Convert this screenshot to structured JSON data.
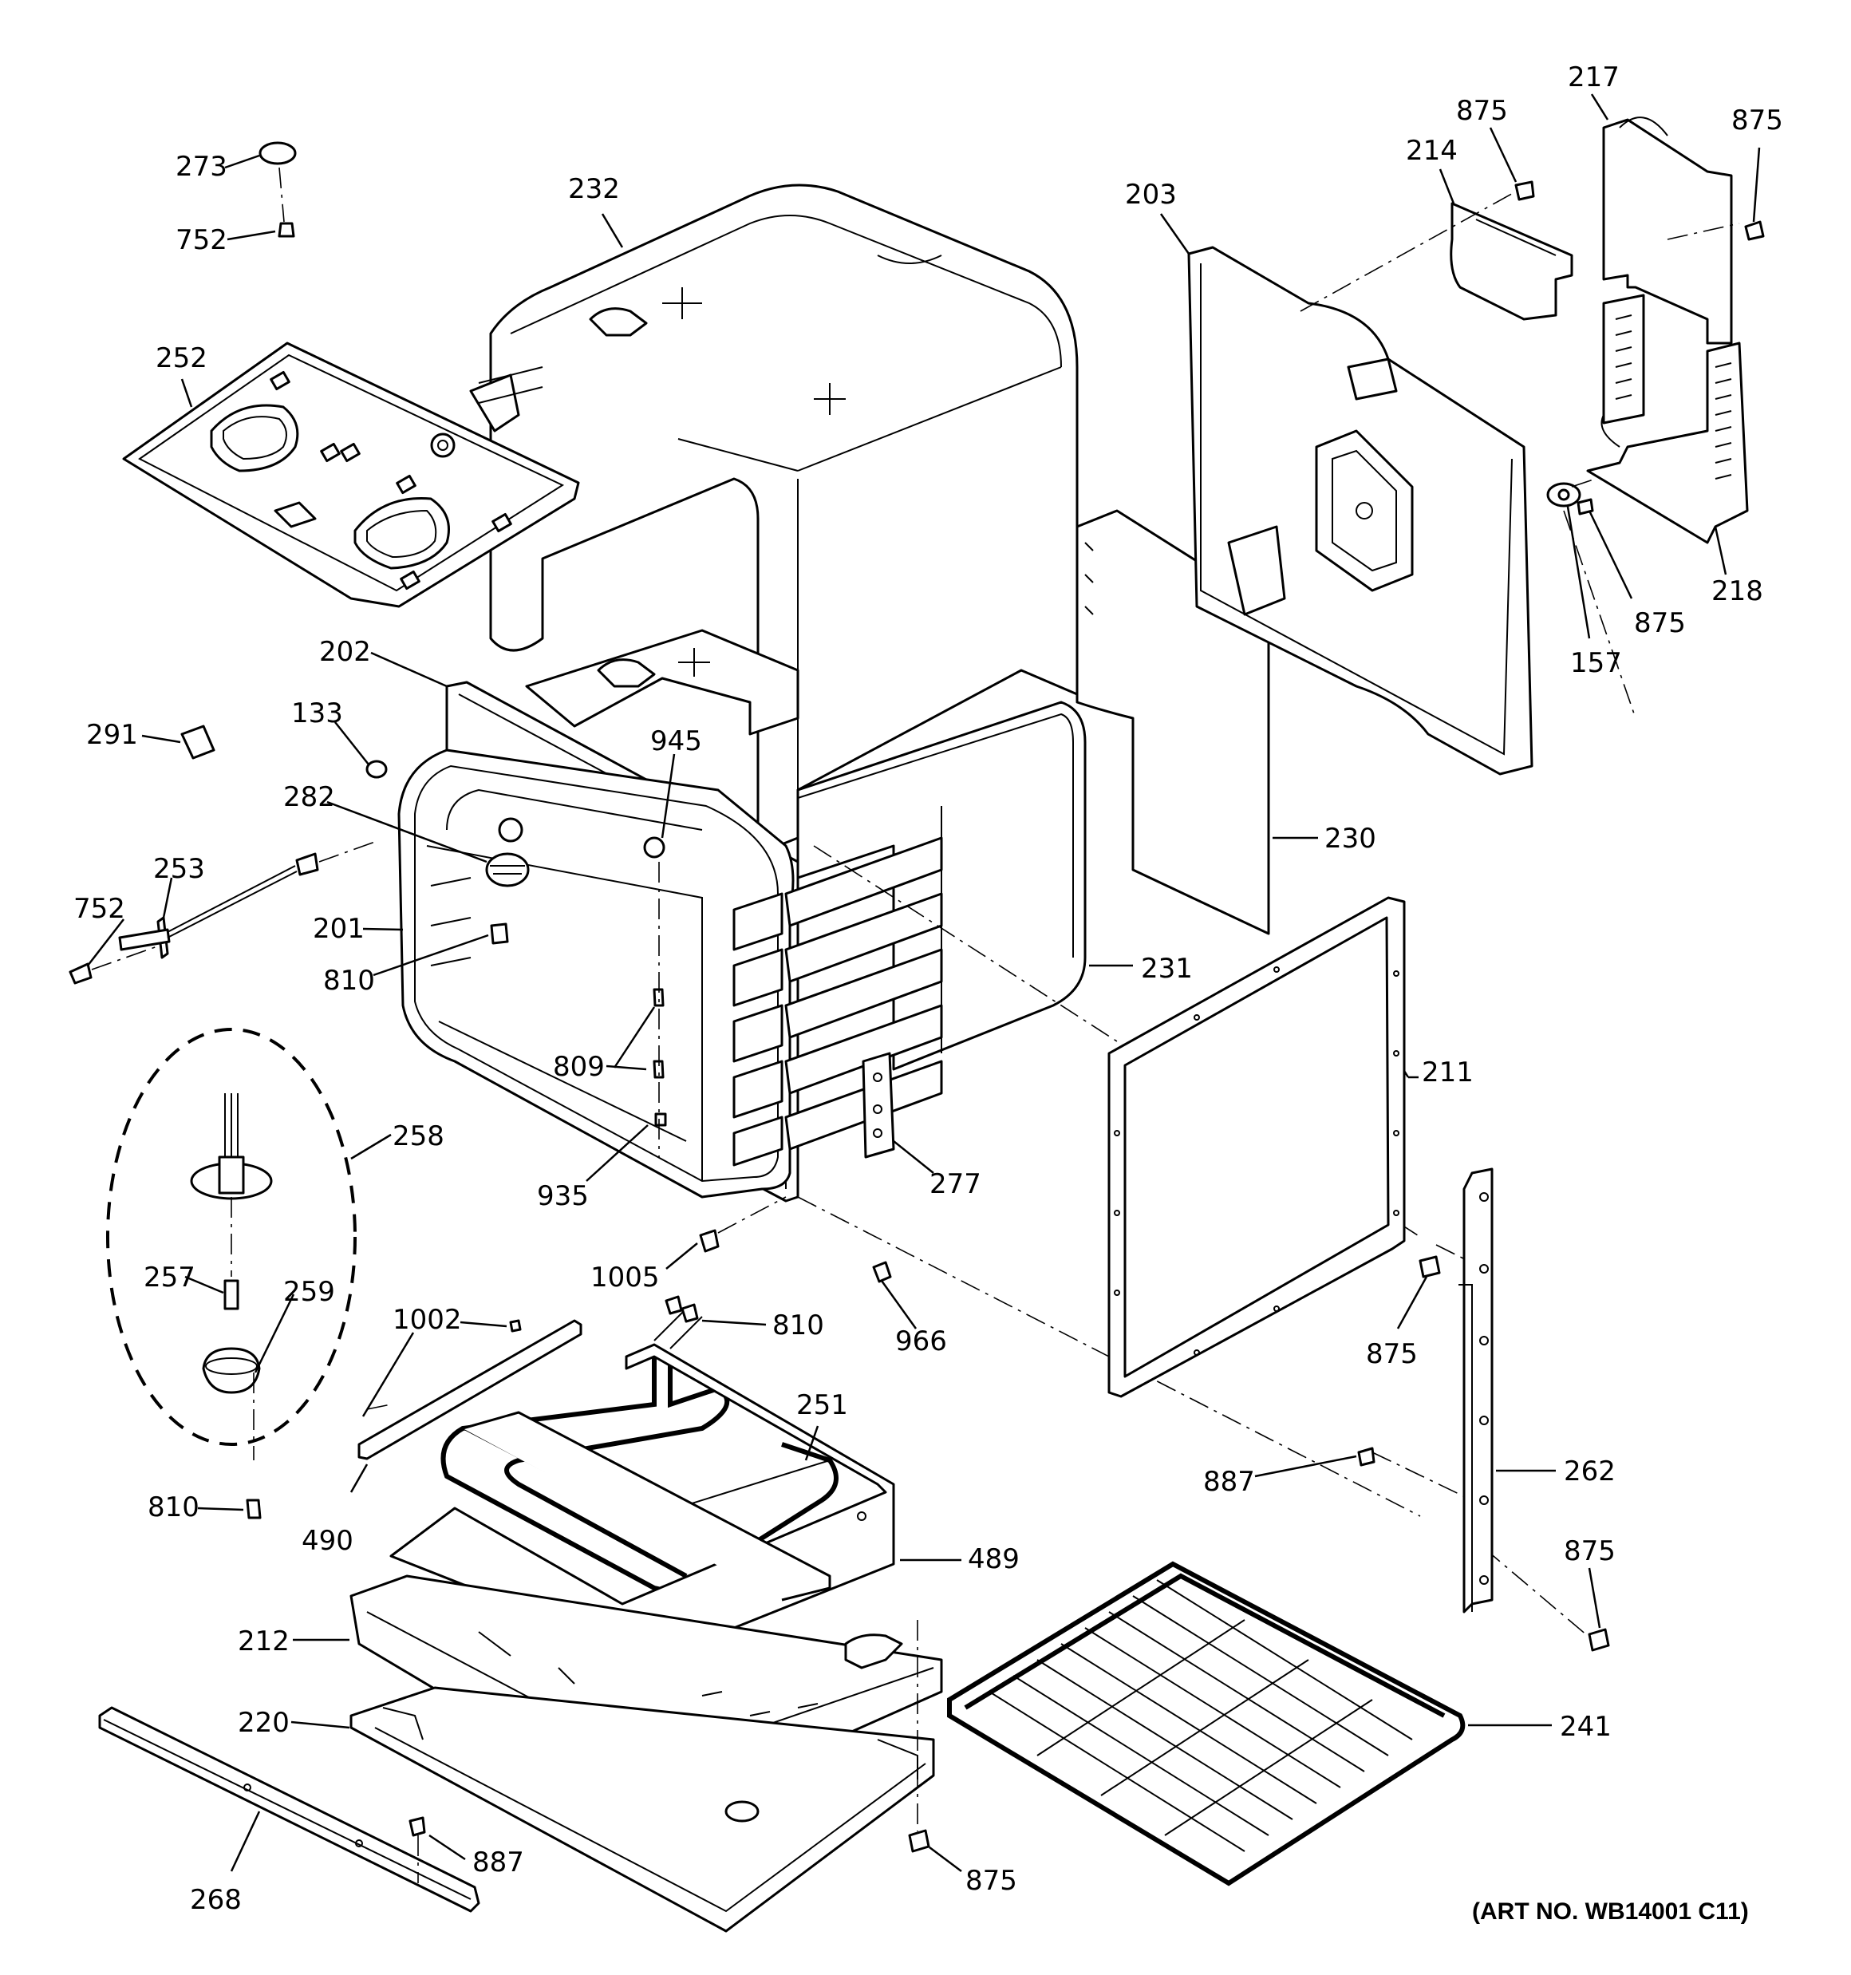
{
  "diagram": {
    "art_number": "(ART NO. WB14001 C11)",
    "callouts": {
      "c273": "273",
      "c752a": "752",
      "c232": "232",
      "c252": "252",
      "c202": "202",
      "c133": "133",
      "c291": "291",
      "c282": "282",
      "c945": "945",
      "c253": "253",
      "c752b": "752",
      "c201": "201",
      "c810a": "810",
      "c809": "809",
      "c935": "935",
      "c258": "258",
      "c257": "257",
      "c259": "259",
      "c810b": "810",
      "c1002": "1002",
      "c490": "490",
      "c1005": "1005",
      "c810c": "810",
      "c966": "966",
      "c251": "251",
      "c489": "489",
      "c212": "212",
      "c220": "220",
      "c268": "268",
      "c887a": "887",
      "c875a": "875",
      "c277": "277",
      "c231": "231",
      "c230": "230",
      "c211": "211",
      "c875b": "875",
      "c887b": "887",
      "c262": "262",
      "c875c": "875",
      "c241": "241",
      "c203": "203",
      "c214": "214",
      "c875d": "875",
      "c217": "217",
      "c875e": "875",
      "c218": "218",
      "c875f": "875",
      "c157": "157"
    }
  }
}
